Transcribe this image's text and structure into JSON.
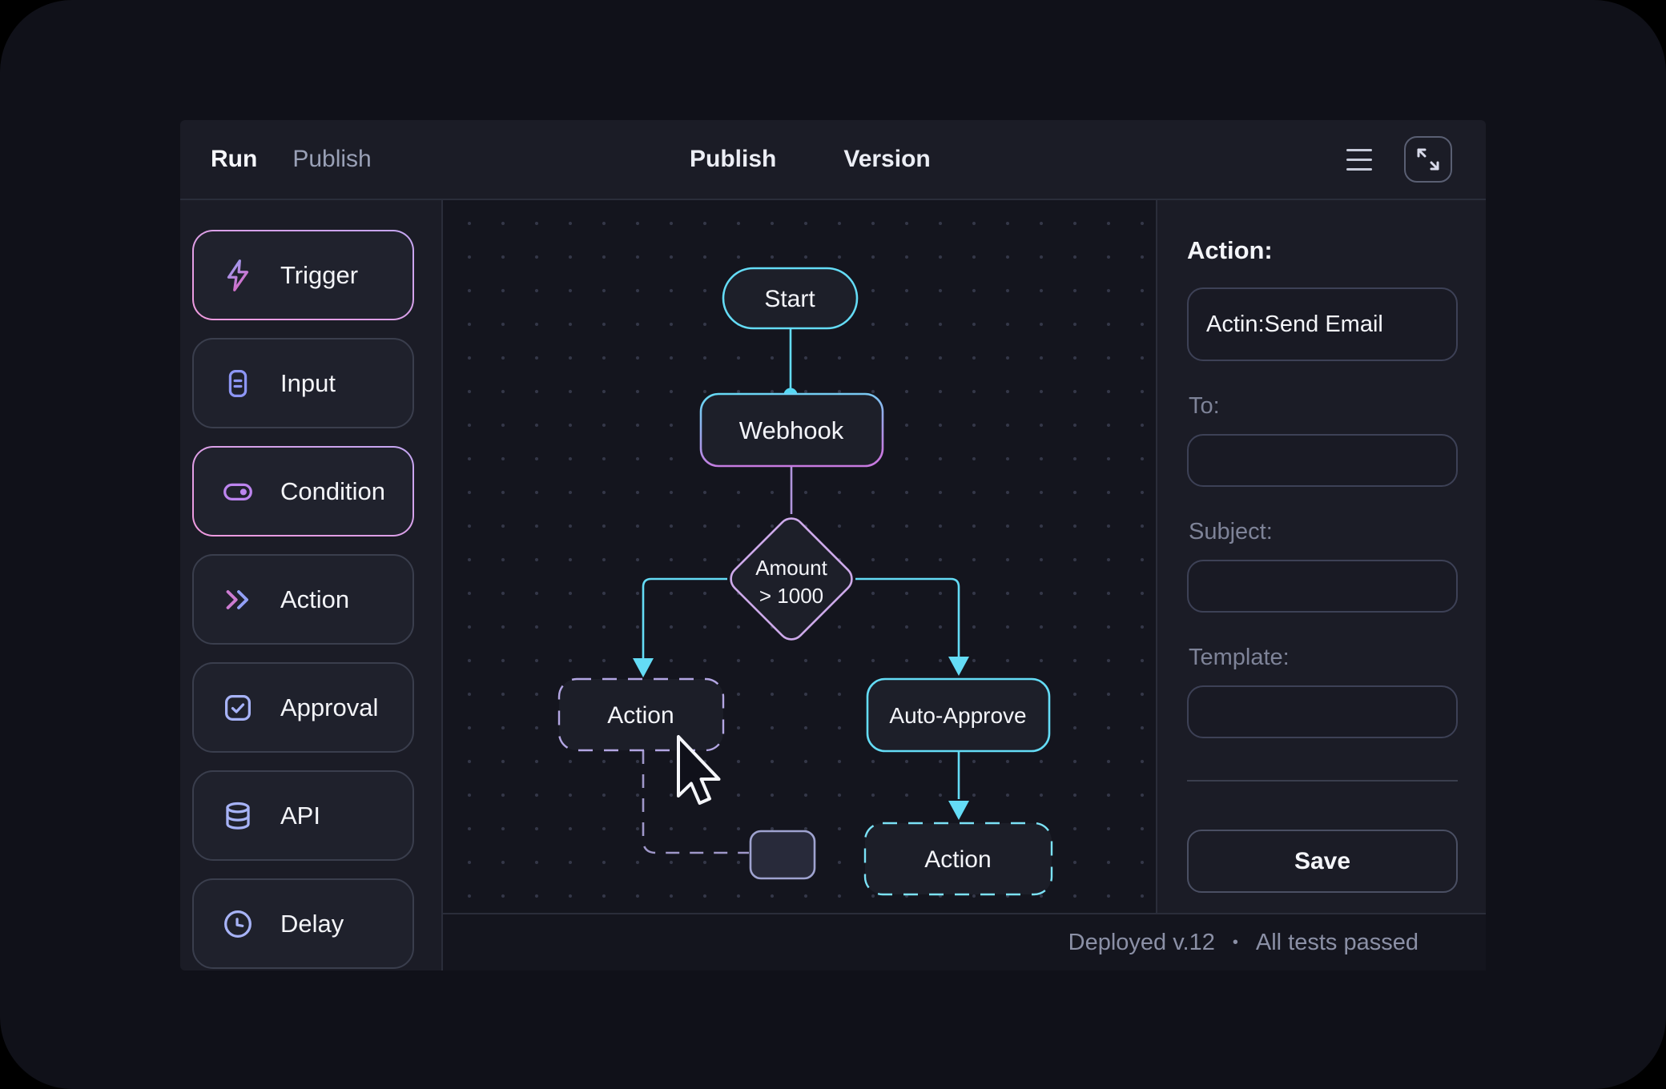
{
  "header": {
    "run_label": "Run",
    "publish_nav_label": "Publish",
    "publish_center_label": "Publish",
    "version_label": "Version",
    "menu_icon": "hamburger-icon",
    "expand_icon": "expand-icon"
  },
  "sidebar": {
    "items": [
      {
        "label": "Trigger",
        "icon": "lightning-icon",
        "active": true
      },
      {
        "label": "Input",
        "icon": "document-icon",
        "active": false
      },
      {
        "label": "Condition",
        "icon": "toggle-icon",
        "active": true
      },
      {
        "label": "Action",
        "icon": "double-chevron-icon",
        "active": false
      },
      {
        "label": "Approval",
        "icon": "checkbox-icon",
        "active": false
      },
      {
        "label": "API",
        "icon": "database-icon",
        "active": false
      },
      {
        "label": "Delay",
        "icon": "clock-icon",
        "active": false
      }
    ]
  },
  "canvas": {
    "nodes": {
      "start": {
        "label": "Start"
      },
      "webhook": {
        "label": "Webhook"
      },
      "condition": {
        "label_line1": "Amount",
        "label_line2": "> 1000"
      },
      "action_left": {
        "label": "Action"
      },
      "auto_approve": {
        "label": "Auto-Approve"
      },
      "action_bottom": {
        "label": "Action"
      }
    }
  },
  "inspector": {
    "title": "Action:",
    "action_value": "Actin:Send Email",
    "to_label": "To:",
    "to_value": "",
    "subject_label": "Subject:",
    "subject_value": "",
    "template_label": "Template:",
    "template_value": "",
    "save_label": "Save"
  },
  "statusbar": {
    "deployed_text": "Deployed v.12",
    "separator": "•",
    "tests_text": "All tests passed"
  },
  "colors": {
    "accent_cyan": "#64dcf6",
    "accent_purple": "#cda9ea",
    "accent_pink": "#f09ade",
    "accent_indigo": "#93a0f6",
    "status_text": "#8b90a6"
  }
}
